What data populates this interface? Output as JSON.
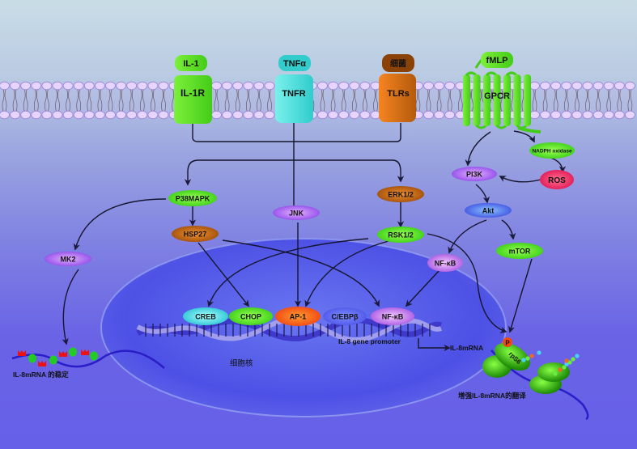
{
  "title": "IL-8 signaling pathway diagram",
  "ligands": {
    "il1": "IL-1",
    "tnfa": "TNFα",
    "bacteria": "细菌",
    "fmlp": "fMLP"
  },
  "receptors": {
    "il1r": "IL-1R",
    "tnfr": "TNFR",
    "tlrs": "TLRs",
    "gpcr": "GPCR"
  },
  "kinases": {
    "p38mapk": "P38MAPK",
    "jnk": "JNK",
    "erk12": "ERK1/2",
    "hsp27": "HSP27",
    "rsk12": "RSK1/2",
    "mk2": "MK2",
    "nadph_oxidase": "NADPH oxidase",
    "ros": "ROS",
    "pi3k": "PI3K",
    "akt": "Akt",
    "mtor": "mTOR",
    "nfkb_cyto": "NF-κB"
  },
  "transcription_factors": [
    "CREB",
    "CHOP",
    "AP-1",
    "C/EBPβ",
    "NF-κB"
  ],
  "labels": {
    "promoter": "IL-8 gene promoter",
    "mrna": "IL-8mRNA",
    "nucleus": "细胞核",
    "mrna_stability": "IL-8mRNA 的稳定",
    "translation": "增强IL-8mRNA的翻译",
    "phospho": "P",
    "rps6": "rpS6"
  },
  "colors": {
    "green": "#55dd22",
    "cyan": "#33d6d6",
    "orange": "#e07818",
    "brown": "#a4500c",
    "purple": "#a070ee",
    "blue": "#4a66ee",
    "red": "#ee2266",
    "nucleus": "#5058e4"
  }
}
